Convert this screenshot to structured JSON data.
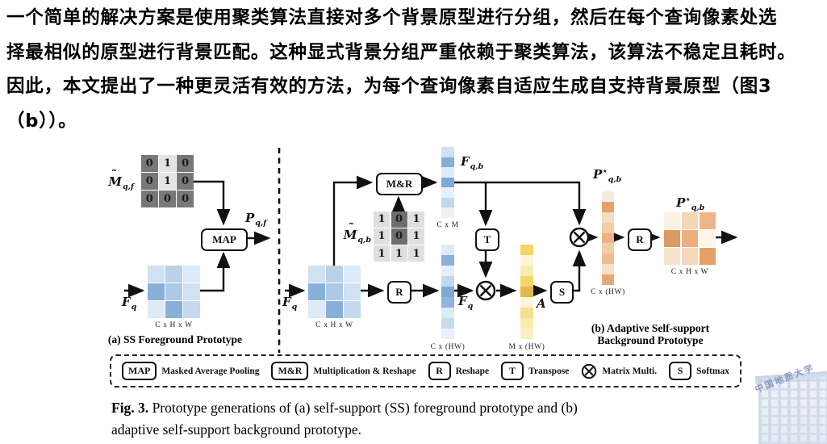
{
  "intro": {
    "lines": [
      "一个简单的解决方案是使用聚类算法直接对多个背景原型进行分组，然后在每个查询像素处选",
      "择最相似的原型进行背景匹配。这种显式背景分组严重依赖于聚类算法，该算法不稳定且耗时。",
      "因此，本文提出了一种更灵活有效的方法，为每个查询像素自适应生成自支持背景原型（图3",
      "（b））。"
    ]
  },
  "figure": {
    "panel_a": {
      "title": "(a) SS Foreground Prototype",
      "mask": {
        "symbol": "M",
        "tilde": "˜",
        "sub": "q,f",
        "values": [
          [
            0,
            1,
            0
          ],
          [
            0,
            1,
            0
          ],
          [
            0,
            0,
            0
          ]
        ],
        "one_color": "#e4e4e4",
        "zero_color": "#787878"
      },
      "feature": {
        "symbol": "F",
        "sub": "q",
        "dims": "C x H x W",
        "colors": [
          [
            "#cfe1f2",
            "#b9d1e9",
            "#dcebf7"
          ],
          [
            "#88b0d9",
            "#adc9e6",
            "#cfe1f2"
          ],
          [
            "#dcebf7",
            "#88b0d9",
            "#c5daee"
          ]
        ]
      },
      "map_box": "MAP",
      "output": {
        "symbol": "P",
        "sub": "q,f"
      }
    },
    "panel_b": {
      "title_line1": "(b) Adaptive Self-support",
      "title_line2": "Background Prototype",
      "feature": {
        "symbol": "F",
        "sub": "q",
        "dims": "C x H x W",
        "colors": [
          [
            "#cfe1f2",
            "#b9d1e9",
            "#dcebf7"
          ],
          [
            "#88b0d9",
            "#adc9e6",
            "#cfe1f2"
          ],
          [
            "#dcebf7",
            "#88b0d9",
            "#c5daee"
          ]
        ]
      },
      "mask": {
        "symbol": "M",
        "tilde": "˜",
        "sub": "q,b",
        "values": [
          [
            1,
            0,
            1
          ],
          [
            1,
            0,
            1
          ],
          [
            1,
            1,
            1
          ]
        ],
        "one_color": "#dfdfdf",
        "zero_color": "#6e6e6e"
      },
      "mr_box": "M&R",
      "r_box": "R",
      "t_box": "T",
      "s_box": "S",
      "r2_box": "R",
      "strip_fqb": {
        "symbol": "F",
        "sub": "q,b",
        "dims": "C x M",
        "colors": [
          "#cfe1f2",
          "#85aed8",
          "#dcebf6",
          "#7fa8d4",
          "#e6f0f9",
          "#c2d8ed",
          "#eaf2fa"
        ]
      },
      "strip_fq": {
        "symbol": "F",
        "sub": "q",
        "dims": "C x (HW)",
        "colors": [
          "#dcebf7",
          "#8ab1d9",
          "#e4eff9",
          "#c2d8ed",
          "#7fa8d4",
          "#8fb5dc",
          "#dcebf7",
          "#c6dbee",
          "#e8f1fa"
        ]
      },
      "strip_a": {
        "symbol": "A",
        "dims": "M x (HW)",
        "colors": [
          "#f4d566",
          "#fdf6d8",
          "#f9ecb0",
          "#f4d768",
          "#dfba45",
          "#fdf6d8",
          "#f6df8a",
          "#f9ecb0",
          "#fbf1c6"
        ]
      },
      "strip_p": {
        "symbol": "P",
        "sup": "⋆",
        "sub": "q,b",
        "dims": "C x (HW)",
        "colors": [
          "#fbeadb",
          "#e2a26b",
          "#f7ddc4",
          "#f3cda8",
          "#edb183",
          "#f3cda8",
          "#f0bd92",
          "#f7dfc8",
          "#e5a876"
        ]
      },
      "out_grid": {
        "symbol": "P",
        "sup": "⋆",
        "sub": "q,b",
        "dims": "C x H x W",
        "colors": [
          [
            "#fcf0e5",
            "#f6d7b4",
            "#f0b586"
          ],
          [
            "#dd9a60",
            "#efae7d",
            "#fdf4ec"
          ],
          [
            "#f9e2cc",
            "#f6d7ba",
            "#e4a066"
          ]
        ]
      }
    },
    "legend": {
      "items": [
        {
          "chip": "MAP",
          "label": "Masked Average Pooling"
        },
        {
          "chip": "M&R",
          "label": "Multiplication & Reshape"
        },
        {
          "chip": "R",
          "label": "Reshape"
        },
        {
          "chip": "T",
          "label": "Transpose"
        },
        {
          "chip": "⊗",
          "label": "Matrix Multi."
        },
        {
          "chip": "S",
          "label": "Softmax"
        }
      ]
    },
    "caption": {
      "tag": "Fig. 3.",
      "line1": " Prototype generations of (a) self-support (SS) foreground prototype and (b)",
      "line2": "adaptive self-support background prototype."
    }
  },
  "watermark": {
    "text": "中国地质大学"
  }
}
